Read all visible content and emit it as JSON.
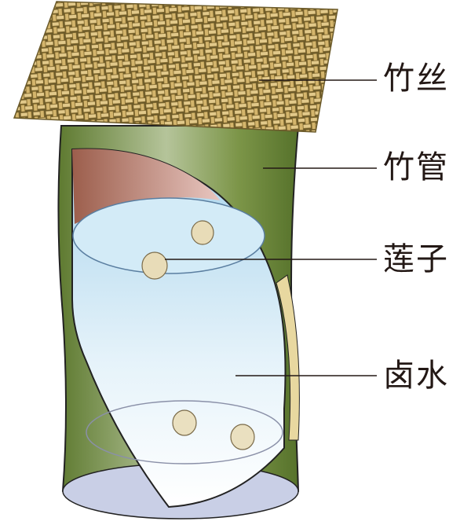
{
  "labels": {
    "bamboo_strips": "竹丝",
    "bamboo_tube": "竹管",
    "lotus_seeds": "莲子",
    "brine": "卤水"
  },
  "colors": {
    "tube_green": "#6f8a3e",
    "mesh": "#c9a85a",
    "water": "#bfe0f0",
    "tube_inner": "#b67a66"
  }
}
